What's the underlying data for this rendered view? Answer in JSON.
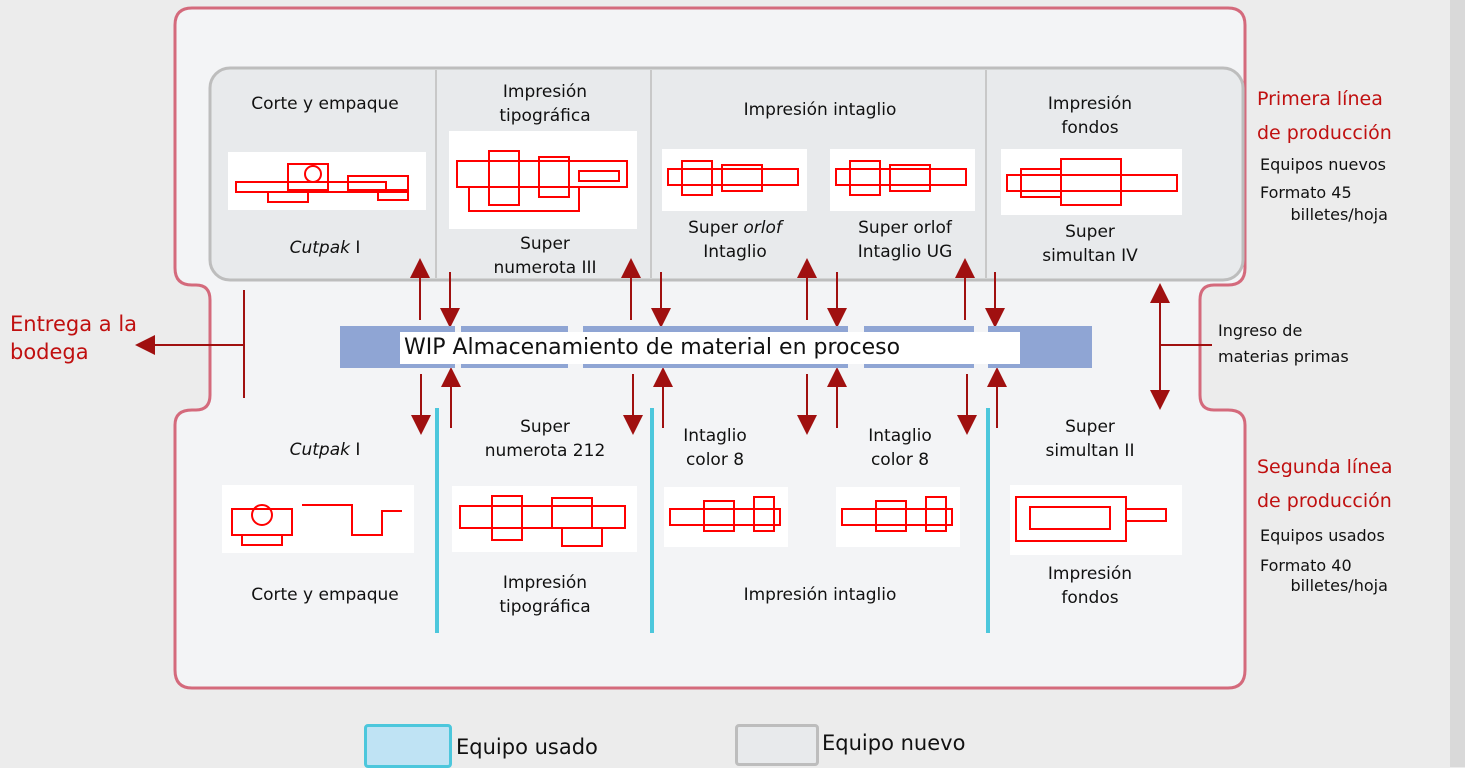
{
  "top": {
    "col1": {
      "section": "Corte y empaque",
      "machine_italic": "Cutpak",
      "machine_rest": " I"
    },
    "col2": {
      "section": "Impresión\ntipográfica",
      "machine": "Super\nnumerota III"
    },
    "col3": {
      "section": "Impresión intaglio",
      "m1_a": "Super ",
      "m1_italic": "orlof",
      "m1_b": "\nIntaglio",
      "m2": "Super orlof\nIntaglio UG"
    },
    "col4": {
      "section": "Impresión\nfondos",
      "machine": "Super\nsimultan IV"
    }
  },
  "bottom": {
    "col1": {
      "machine_italic": "Cutpak",
      "machine_rest": " I",
      "section": "Corte y empaque"
    },
    "col2": {
      "machine": "Super\nnumerota 212",
      "section": "Impresión\ntipográfica"
    },
    "col3": {
      "m1": "Intaglio\ncolor 8",
      "m2": "Intaglio\ncolor 8",
      "section": "Impresión intaglio"
    },
    "col4": {
      "machine": "Super\nsimultan II",
      "section": "Impresión\nfondos"
    }
  },
  "center": {
    "wip_label": "WIP Almacenamiento de material en proceso"
  },
  "left": {
    "delivery": "Entrega a la\nbodega"
  },
  "right": {
    "intake": "Ingreso de\nmaterias primas",
    "line1_title": "Primera línea\nde producción",
    "line1_equipment": "Equipos nuevos",
    "line1_format": "Formato 45\n      billetes/hoja",
    "line2_title": "Segunda línea\nde producción",
    "line2_equipment": "Equipos usados",
    "line2_format": "Formato 40\n      billetes/hoja"
  },
  "legend": {
    "used": "Equipo usado",
    "new": "Equipo nuevo"
  },
  "colors": {
    "outline": "#d46a7c",
    "arrow": "#a01010",
    "machine": "#ff0000",
    "bar": "#8fa5d4",
    "used": "#4cc7dc",
    "new_fill": "#e8eaec"
  }
}
